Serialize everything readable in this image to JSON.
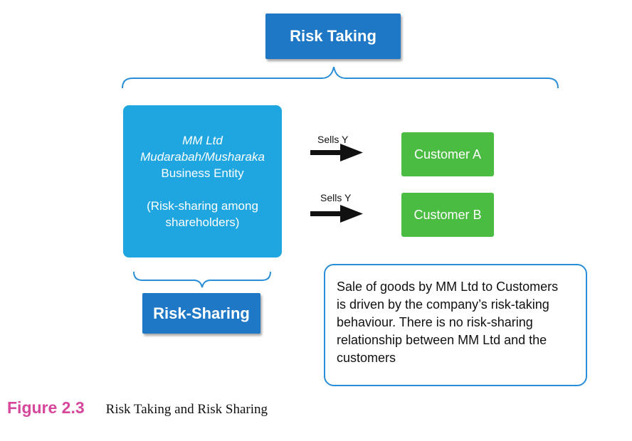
{
  "top_label": "Risk Taking",
  "bottom_label": "Risk-Sharing",
  "entity": {
    "name": "MM Ltd",
    "type": "Mudarabah/Musharaka",
    "kind": "Business Entity",
    "note_line1": "(Risk-sharing among",
    "note_line2": "shareholders)"
  },
  "arrows": [
    {
      "label": "Sells Y"
    },
    {
      "label": "Sells Y"
    }
  ],
  "customers": [
    {
      "label": "Customer A"
    },
    {
      "label": "Customer B"
    }
  ],
  "note_lines": [
    "Sale of goods by MM Ltd to Customers",
    "is driven by the company’s risk-taking",
    "behaviour. There is no risk-sharing",
    "relationship between MM Ltd and the",
    "customers"
  ],
  "caption": {
    "number": "Figure 2.3",
    "text": "Risk Taking and Risk Sharing"
  },
  "colors": {
    "header_blue": "#1f78c6",
    "entity_blue": "#1fa6e1",
    "customer_green": "#4bbc42",
    "brace_blue": "#2a8ed6",
    "caption_pink": "#d6469a"
  }
}
